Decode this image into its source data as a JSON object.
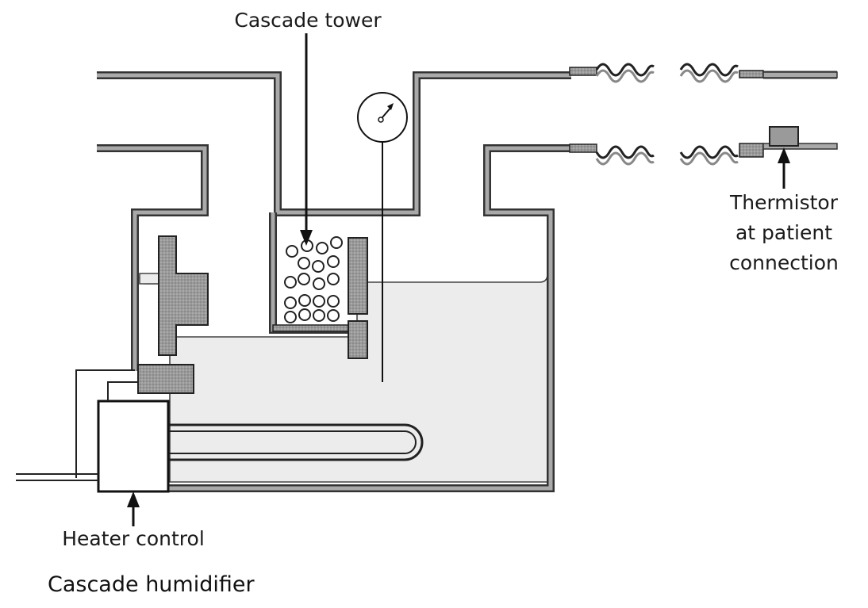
{
  "labels": {
    "cascade_tower": "Cascade tower",
    "thermistor_line1": "Thermistor",
    "thermistor_line2": "at patient",
    "thermistor_line3": "connection",
    "heater_control": "Heater control"
  },
  "caption": "Cascade humidifier",
  "colors": {
    "wall_outline": "#333333",
    "wall_fill": "#a9a9a9",
    "water": "#ececec",
    "component": "#9a9a9a",
    "line": "#111111"
  }
}
